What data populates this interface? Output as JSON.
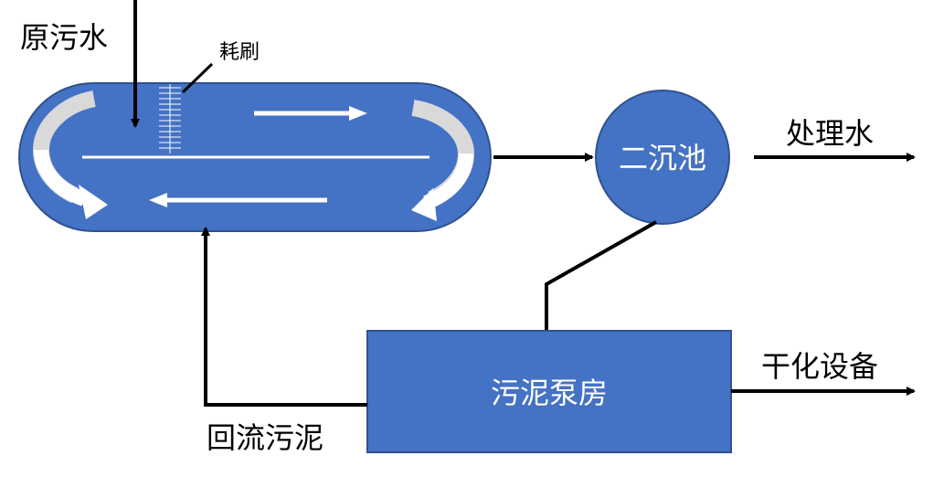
{
  "colors": {
    "fill": "#4472c4",
    "stroke": "#2f528f",
    "flow": "#ffffff",
    "rotor": "#d0d0d0",
    "line": "#000000"
  },
  "labels": {
    "raw_water": "原污水",
    "brush": "耗刷",
    "secondary_clarifier": "二沉池",
    "treated_water": "处理水",
    "sludge_pump_house": "污泥泵房",
    "drying_equipment": "干化设备",
    "return_sludge": "回流污泥"
  }
}
